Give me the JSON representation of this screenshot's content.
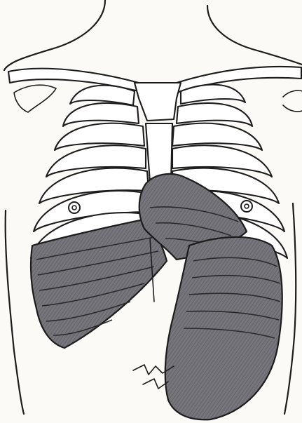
{
  "figure": {
    "subject": "anterior-thorax-rib-cage",
    "shaded_regions": [
      "right-shaded-area",
      "left-shaded-area",
      "central-shaded-lobe"
    ],
    "colors": {
      "paper": "#fbfaf7",
      "ink": "#1c1c1c",
      "shading": "#6e6e74",
      "hatch": "#8a8a90"
    }
  }
}
